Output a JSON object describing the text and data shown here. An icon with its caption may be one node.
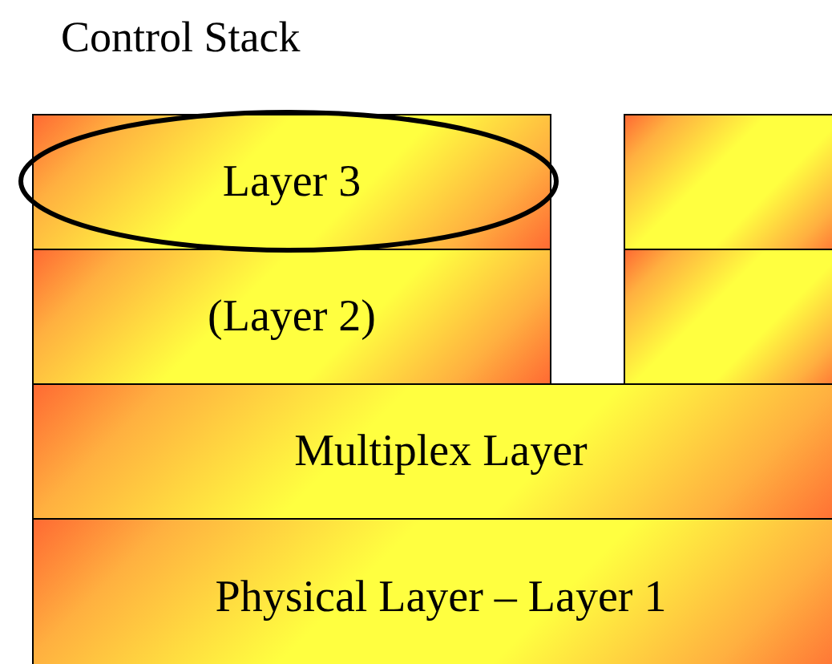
{
  "diagram": {
    "title": "Control Stack",
    "nodes": [
      {
        "text": [
          "Layer 3"
        ]
      },
      {
        "text": [],
        "shape": "box"
      },
      {
        "text": [
          "(Layer 2)"
        ]
      },
      {
        "text": [],
        "shape": "box"
      },
      {
        "text": [
          "Multiplex Layer"
        ]
      },
      {
        "text": [
          "Physical Layer – Layer 1"
        ]
      }
    ],
    "edges": []
  }
}
